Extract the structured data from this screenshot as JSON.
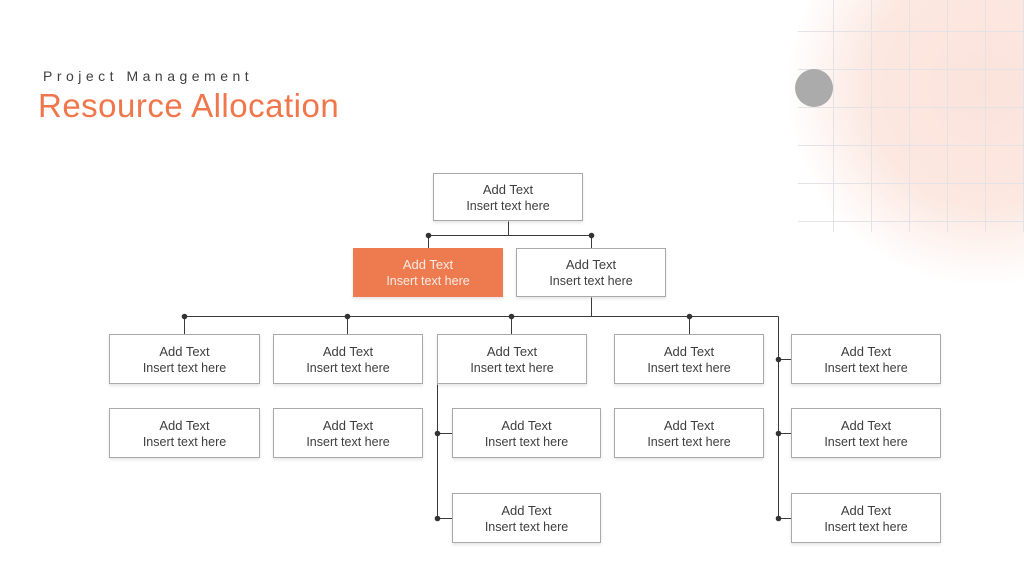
{
  "header": {
    "eyebrow": "Project Management",
    "title": "Resource Allocation"
  },
  "org": {
    "root": {
      "title": "Add Text",
      "subtitle": "Insert text here"
    },
    "level2": [
      {
        "title": "Add Text",
        "subtitle": "Insert text here",
        "highlighted": true
      },
      {
        "title": "Add Text",
        "subtitle": "Insert text here",
        "highlighted": false
      }
    ],
    "level3": [
      {
        "title": "Add Text",
        "subtitle": "Insert text here"
      },
      {
        "title": "Add Text",
        "subtitle": "Insert text here"
      },
      {
        "title": "Add Text",
        "subtitle": "Insert text here"
      },
      {
        "title": "Add Text",
        "subtitle": "Insert text here"
      },
      {
        "title": "Add Text",
        "subtitle": "Insert text here"
      }
    ],
    "level4": [
      {
        "title": "Add Text",
        "subtitle": "Insert text here"
      },
      {
        "title": "Add Text",
        "subtitle": "Insert text here"
      },
      {
        "title": "Add Text",
        "subtitle": "Insert text here"
      },
      {
        "title": "Add Text",
        "subtitle": "Insert text here"
      },
      {
        "title": "Add Text",
        "subtitle": "Insert text here"
      }
    ],
    "level5": [
      {
        "title": "Add Text",
        "subtitle": "Insert text here"
      },
      {
        "title": "Add Text",
        "subtitle": "Insert text here"
      }
    ]
  },
  "colors": {
    "accent_text": "#F0764C",
    "accent_fill": "#EE7B50",
    "accent_box_text": "#FBEBE3",
    "eyebrow_text": "#3F3F3F",
    "node_border": "#A9A9A9",
    "node_text": "#3E3E3E",
    "connector_line": "#3A3A3A",
    "decor_circle": "#ABABAB",
    "decor_blob": "#FBE3DB",
    "decor_grid": "#E3E3E7",
    "background": "#FFFFFF"
  }
}
